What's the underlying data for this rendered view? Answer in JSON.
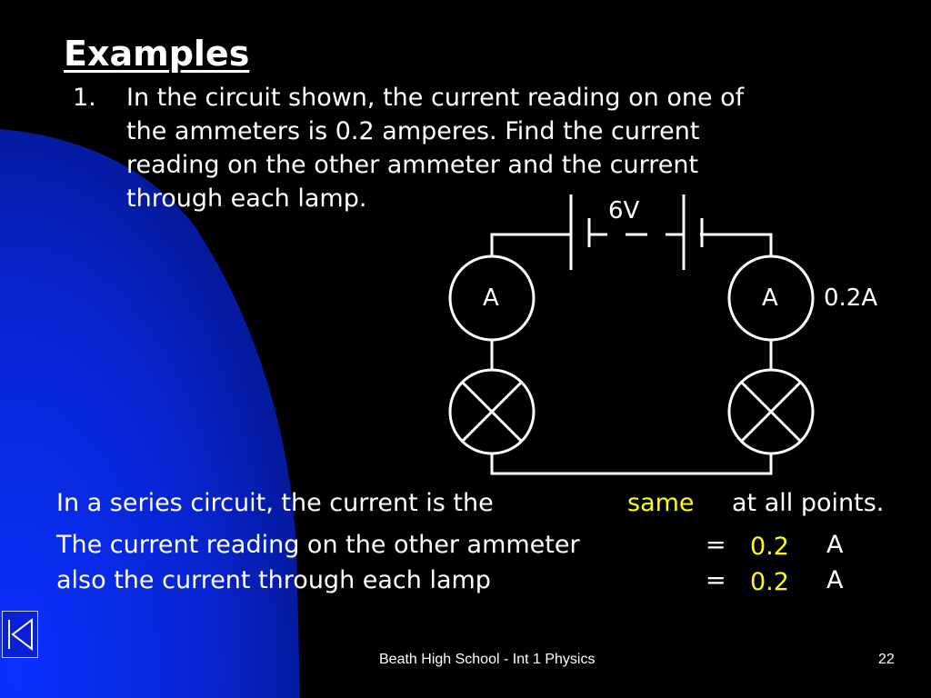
{
  "slide": {
    "title": "Examples",
    "question_number": "1.",
    "question_lines": [
      "In the circuit shown, the current reading on one of",
      "the ammeters is 0.2 amperes. Find the current",
      "reading on the other ammeter and the current",
      "through each lamp."
    ]
  },
  "circuit": {
    "battery_label": "6V",
    "ammeter_left": "A",
    "ammeter_right": "A",
    "ammeter_right_reading": "0.2A"
  },
  "answer": {
    "series_text": "In a series circuit, the current is the",
    "series_word": "same",
    "series_end": "at all points.",
    "reading_text": "The current reading on the other ammeter",
    "reading_eq": "=",
    "reading_value": "0.2",
    "reading_unit": "A",
    "lamp_text": "also the current through each lamp",
    "lamp_eq": "=",
    "lamp_value": "0.2",
    "lamp_unit": "A"
  },
  "footer": {
    "text": "Beath High School - Int 1 Physics",
    "page_number": "22"
  },
  "nav": {
    "icon": "skip-to-start-icon"
  },
  "colors": {
    "background": "#000000",
    "accent_blue": "#0a26e0",
    "text": "#ffffff",
    "highlight": "#ffff00"
  }
}
